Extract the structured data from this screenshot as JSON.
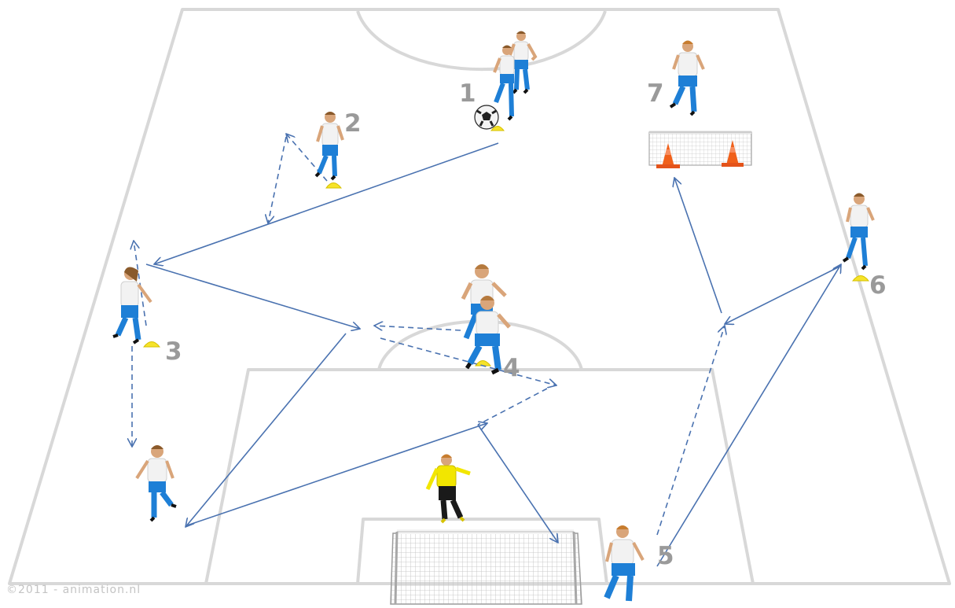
{
  "labels": {
    "p1": "1",
    "p2": "2",
    "p3": "3",
    "p4": "4",
    "p5": "5",
    "p6": "6",
    "p7": "7"
  },
  "copyright": "©2011 - animation.nl",
  "colors": {
    "field_line": "#d8d8d8",
    "arrow": "#4a72b0",
    "shirt": "#f2f2f2",
    "shorts": "#1e7fd6",
    "socks": "#1e7fd6",
    "keeper_shirt": "#f2e600",
    "keeper_shorts": "#1a1a1a",
    "cone": "#f0601a",
    "marker": "#f6e32a",
    "number": "#9a9a9a",
    "copyright": "#c4c4c4"
  }
}
